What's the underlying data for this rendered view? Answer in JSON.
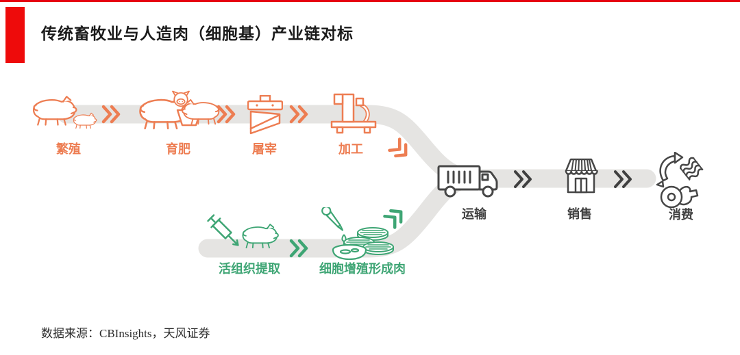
{
  "header": {
    "title": "传统畜牧业与人造肉（细胞基）产业链对标"
  },
  "footer": {
    "source": "数据来源：CBInsights，天风证券"
  },
  "colors": {
    "accent_red": "#E60012",
    "traditional_orange": "#ED7D52",
    "cultured_green": "#3EA574",
    "shared_dark": "#464646",
    "band_gray": "#E5E4E2"
  },
  "diagram": {
    "traditional_stages": [
      {
        "label": "繁殖",
        "icon": "sow-with-piglet-icon"
      },
      {
        "label": "育肥",
        "icon": "pigs-feeding-trough-icon"
      },
      {
        "label": "屠宰",
        "icon": "slaughter-blade-icon"
      },
      {
        "label": "加工",
        "icon": "meat-processing-machine-icon"
      }
    ],
    "cultured_stages": [
      {
        "label": "活组织提取",
        "icon": "syringe-and-pig-icon"
      },
      {
        "label": "细胞增殖形成肉",
        "icon": "pipette-petri-dish-icon"
      }
    ],
    "shared_stages": [
      {
        "label": "运输",
        "icon": "truck-icon"
      },
      {
        "label": "销售",
        "icon": "storefront-icon"
      },
      {
        "label": "消费",
        "icon": "meat-products-icon"
      }
    ]
  }
}
